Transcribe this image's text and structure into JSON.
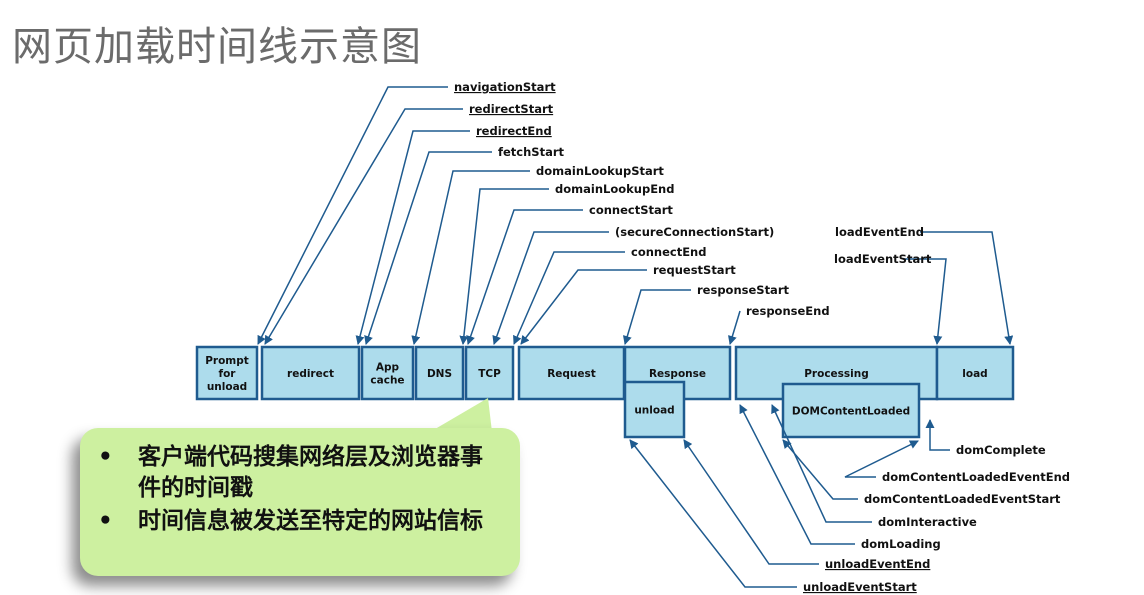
{
  "title": "网页加载时间线示意图",
  "colors": {
    "box_fill": "#addcec",
    "box_stroke": "#1f5b8f",
    "arrow": "#1f5b8f",
    "callout": "#cdf0a0",
    "title": "#6b6b6b"
  },
  "phases": [
    {
      "id": "prompt",
      "lines": [
        "Prompt",
        "for",
        "unload"
      ]
    },
    {
      "id": "redirect",
      "lines": [
        "redirect"
      ]
    },
    {
      "id": "appcache",
      "lines": [
        "App",
        "cache"
      ]
    },
    {
      "id": "dns",
      "lines": [
        "DNS"
      ]
    },
    {
      "id": "tcp",
      "lines": [
        "TCP"
      ]
    },
    {
      "id": "request",
      "lines": [
        "Request"
      ]
    },
    {
      "id": "response",
      "lines": [
        "Response"
      ]
    },
    {
      "id": "processing",
      "lines": [
        "Processing"
      ]
    },
    {
      "id": "load",
      "lines": [
        "load"
      ]
    },
    {
      "id": "unload",
      "lines": [
        "unload"
      ]
    },
    {
      "id": "dcl",
      "lines": [
        "DOMContentLoaded"
      ]
    }
  ],
  "events": [
    {
      "id": "navigationStart",
      "text": "navigationStart",
      "underline": true
    },
    {
      "id": "redirectStart",
      "text": "redirectStart",
      "underline": true
    },
    {
      "id": "redirectEnd",
      "text": "redirectEnd",
      "underline": true
    },
    {
      "id": "fetchStart",
      "text": "fetchStart",
      "underline": false
    },
    {
      "id": "domainLookupStart",
      "text": "domainLookupStart",
      "underline": false
    },
    {
      "id": "domainLookupEnd",
      "text": "domainLookupEnd",
      "underline": false
    },
    {
      "id": "connectStart",
      "text": "connectStart",
      "underline": false
    },
    {
      "id": "secureConnectionStart",
      "text": "(secureConnectionStart)",
      "underline": false
    },
    {
      "id": "connectEnd",
      "text": "connectEnd",
      "underline": false
    },
    {
      "id": "requestStart",
      "text": "requestStart",
      "underline": false
    },
    {
      "id": "responseStart",
      "text": "responseStart",
      "underline": false
    },
    {
      "id": "responseEnd",
      "text": "responseEnd",
      "underline": false
    },
    {
      "id": "loadEventEnd",
      "text": "loadEventEnd",
      "underline": false
    },
    {
      "id": "loadEventStart",
      "text": "loadEventStart",
      "underline": false
    },
    {
      "id": "domComplete",
      "text": "domComplete",
      "underline": false
    },
    {
      "id": "domContentLoadedEventEnd",
      "text": "domContentLoadedEventEnd",
      "underline": false
    },
    {
      "id": "domContentLoadedEventStart",
      "text": "domContentLoadedEventStart",
      "underline": false
    },
    {
      "id": "domInteractive",
      "text": "domInteractive",
      "underline": false
    },
    {
      "id": "domLoading",
      "text": "domLoading",
      "underline": false
    },
    {
      "id": "unloadEventEnd",
      "text": "unloadEventEnd",
      "underline": true
    },
    {
      "id": "unloadEventStart",
      "text": "unloadEventStart",
      "underline": true
    }
  ],
  "callout": {
    "bullets": [
      "客户端代码搜集网络层及浏览器事件的时间戳",
      "时间信息被发送至特定的网站信标"
    ]
  }
}
